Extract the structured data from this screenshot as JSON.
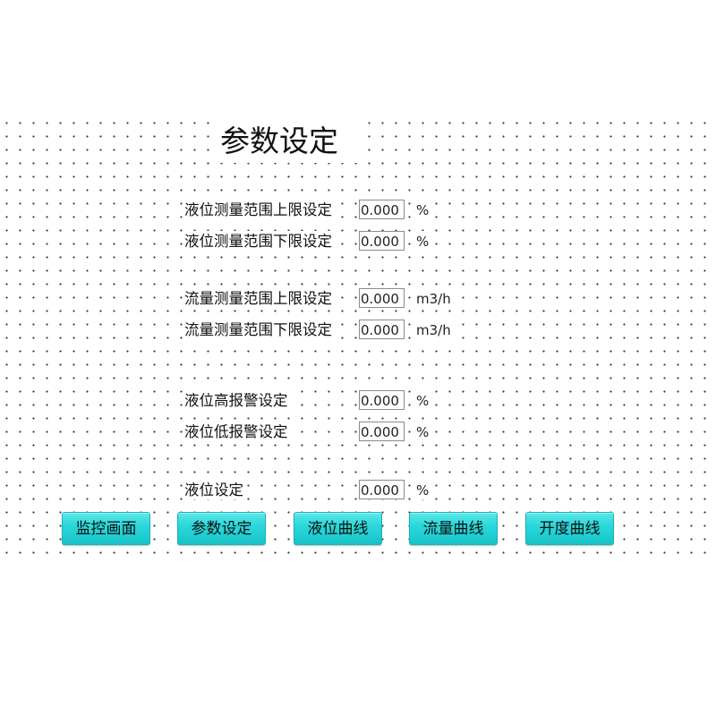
{
  "screen": {
    "title": "参数设定"
  },
  "params": [
    {
      "label": "液位测量范围上限设定",
      "value": "0.000",
      "unit": "%"
    },
    {
      "label": "液位测量范围下限设定",
      "value": "0.000",
      "unit": "%"
    },
    {
      "label": "流量测量范围上限设定",
      "value": "0.000",
      "unit": "m3/h"
    },
    {
      "label": "流量测量范围下限设定",
      "value": "0.000",
      "unit": "m3/h"
    },
    {
      "label": "液位高报警设定",
      "value": "0.000",
      "unit": "%"
    },
    {
      "label": "液位低报警设定",
      "value": "0.000",
      "unit": "%"
    },
    {
      "label": "液位设定",
      "value": "0.000",
      "unit": "%"
    }
  ],
  "nav": {
    "buttons": [
      {
        "label": "监控画面"
      },
      {
        "label": "参数设定"
      },
      {
        "label": "液位曲线"
      },
      {
        "label": "流量曲线"
      },
      {
        "label": "开度曲线"
      }
    ]
  },
  "colors": {
    "button_bg": "#2bd7da",
    "background": "#ffffff",
    "grid_dot": "#3a3a3a",
    "input_border": "#8a8a8a"
  }
}
